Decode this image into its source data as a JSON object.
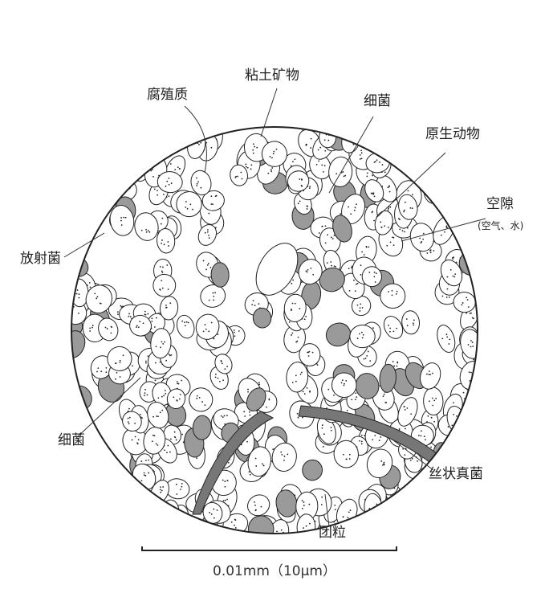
{
  "labels": {
    "clay_minerals": "粘土矿物",
    "humus": "腐殖质",
    "bacteria_top": "细菌",
    "protozoa": "原生动物",
    "pore": "空隙",
    "pore_note": "(空气、水)",
    "actinomycetes": "放射菌",
    "bacteria_left": "细菌",
    "filamentous_fungi": "丝状真菌",
    "aggregate": "团粒"
  },
  "scale_bar": {
    "label": "0.01mm（10μm）"
  },
  "colors": {
    "line": "#222222",
    "clay": "#9a9a9a",
    "fungi": "#6a6a6a"
  }
}
